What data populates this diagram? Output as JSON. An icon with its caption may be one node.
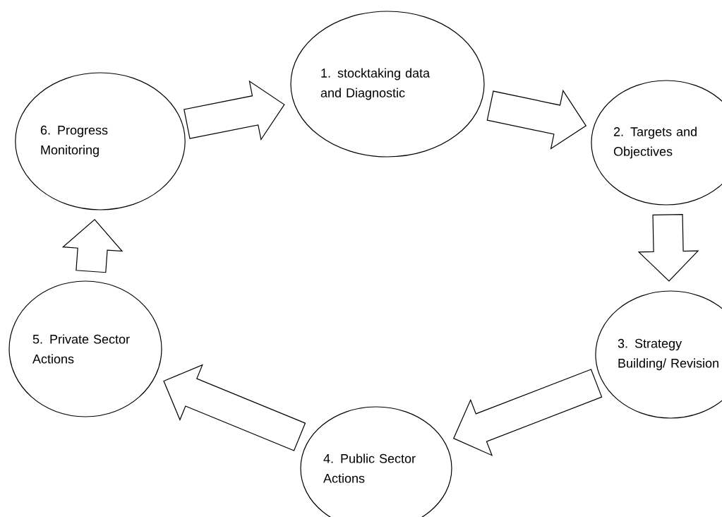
{
  "diagram": {
    "nodes": [
      {
        "text": [
          "1. stocktaking data and Diagnostic"
        ]
      },
      {
        "text": [
          "2. Targets and Objectives"
        ]
      },
      {
        "text": [
          "3. Strategy Building/ Revision"
        ]
      },
      {
        "text": [
          "4. Public Sector Actions"
        ]
      },
      {
        "text": [
          "5. Private Sector Actions"
        ]
      },
      {
        "text": [
          "6. Progress Monitoring"
        ]
      }
    ],
    "edges": [
      {
        "from": 5,
        "to": 0,
        "arrow": "to"
      },
      {
        "from": 0,
        "to": 1,
        "arrow": "to"
      },
      {
        "from": 1,
        "to": 2,
        "arrow": "to"
      },
      {
        "from": 2,
        "to": 3,
        "arrow": "to"
      },
      {
        "from": 3,
        "to": 4,
        "arrow": "to"
      },
      {
        "from": 4,
        "to": 5,
        "arrow": "to"
      }
    ]
  }
}
